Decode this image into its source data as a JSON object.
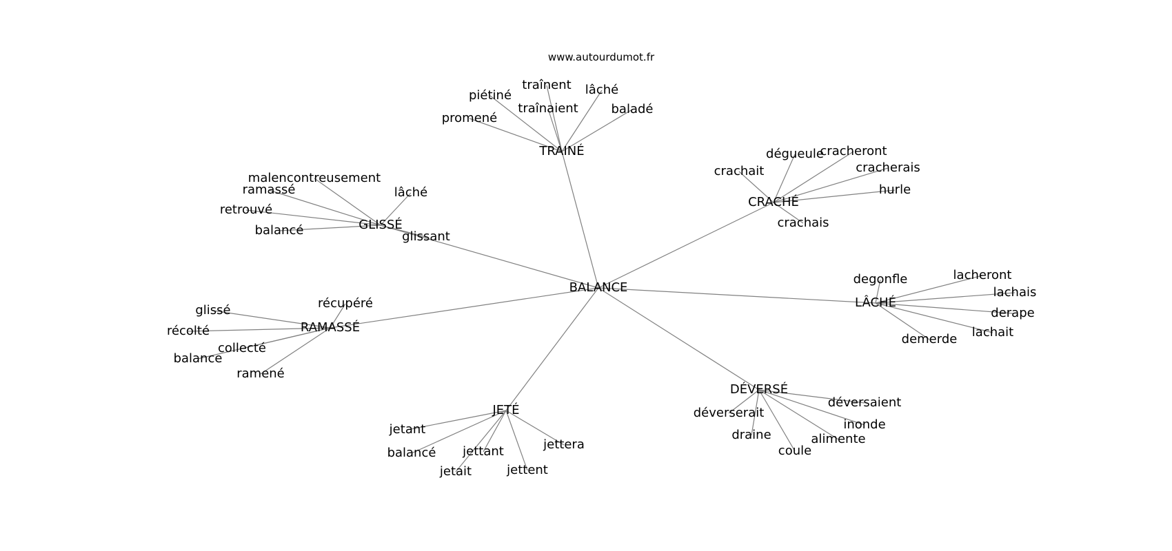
{
  "watermark": "www.autourdumot.fr",
  "graph": {
    "center": "BALANCE",
    "clusters": [
      {
        "hub": "TRAINÉ",
        "words": [
          "traînent",
          "piétiné",
          "lâché",
          "traînaient",
          "baladé",
          "promené"
        ]
      },
      {
        "hub": "CRACHÉ",
        "words": [
          "dégueule",
          "cracheront",
          "crachait",
          "cracherais",
          "hurle",
          "crachais"
        ]
      },
      {
        "hub": "GLISSÉ",
        "words": [
          "malencontreusement",
          "ramassé",
          "lâché",
          "retrouvé",
          "balancé",
          "glissant"
        ]
      },
      {
        "hub": "LÂCHÉ",
        "words": [
          "degonfle",
          "lacheront",
          "lachais",
          "derape",
          "lachait",
          "demerde"
        ]
      },
      {
        "hub": "RAMASSÉ",
        "words": [
          "récupéré",
          "glissé",
          "récolté",
          "collecté",
          "balance",
          "ramené"
        ]
      },
      {
        "hub": "DÉVERSÉ",
        "words": [
          "déversaient",
          "déverserait",
          "inonde",
          "draine",
          "alimente",
          "coule"
        ]
      },
      {
        "hub": "JETÉ",
        "words": [
          "jetant",
          "jettera",
          "balancé",
          "jettant",
          "jetait",
          "jettent"
        ]
      }
    ]
  }
}
